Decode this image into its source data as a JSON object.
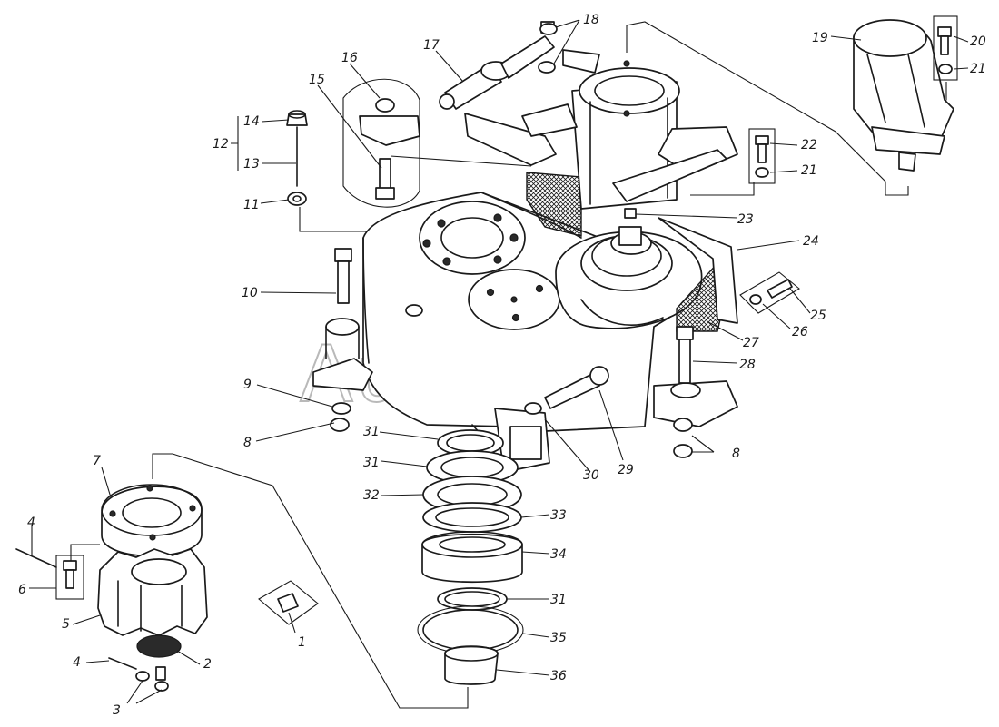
{
  "watermark": "AutoSoft",
  "callouts": [
    {
      "id": "c1",
      "label": "1"
    },
    {
      "id": "c2",
      "label": "2"
    },
    {
      "id": "c3",
      "label": "3"
    },
    {
      "id": "c4a",
      "label": "4"
    },
    {
      "id": "c4b",
      "label": "4"
    },
    {
      "id": "c5",
      "label": "5"
    },
    {
      "id": "c6",
      "label": "6"
    },
    {
      "id": "c7",
      "label": "7"
    },
    {
      "id": "c8a",
      "label": "8"
    },
    {
      "id": "c8b",
      "label": "8"
    },
    {
      "id": "c9",
      "label": "9"
    },
    {
      "id": "c10",
      "label": "10"
    },
    {
      "id": "c11",
      "label": "11"
    },
    {
      "id": "c12",
      "label": "12"
    },
    {
      "id": "c13",
      "label": "13"
    },
    {
      "id": "c14",
      "label": "14"
    },
    {
      "id": "c15",
      "label": "15"
    },
    {
      "id": "c16",
      "label": "16"
    },
    {
      "id": "c17",
      "label": "17"
    },
    {
      "id": "c18",
      "label": "18"
    },
    {
      "id": "c19",
      "label": "19"
    },
    {
      "id": "c20",
      "label": "20"
    },
    {
      "id": "c21a",
      "label": "21"
    },
    {
      "id": "c21b",
      "label": "21"
    },
    {
      "id": "c22",
      "label": "22"
    },
    {
      "id": "c23",
      "label": "23"
    },
    {
      "id": "c24",
      "label": "24"
    },
    {
      "id": "c25",
      "label": "25"
    },
    {
      "id": "c26",
      "label": "26"
    },
    {
      "id": "c27",
      "label": "27"
    },
    {
      "id": "c28",
      "label": "28"
    },
    {
      "id": "c29",
      "label": "29"
    },
    {
      "id": "c30",
      "label": "30"
    },
    {
      "id": "c31a",
      "label": "31"
    },
    {
      "id": "c31b",
      "label": "31"
    },
    {
      "id": "c31c",
      "label": "31"
    },
    {
      "id": "c32",
      "label": "32"
    },
    {
      "id": "c33",
      "label": "33"
    },
    {
      "id": "c34",
      "label": "34"
    },
    {
      "id": "c35",
      "label": "35"
    },
    {
      "id": "c36",
      "label": "36"
    }
  ],
  "colors": {
    "ink": "#1a1a1a",
    "paper": "#ffffff",
    "watermark": "#b9b9b9"
  }
}
